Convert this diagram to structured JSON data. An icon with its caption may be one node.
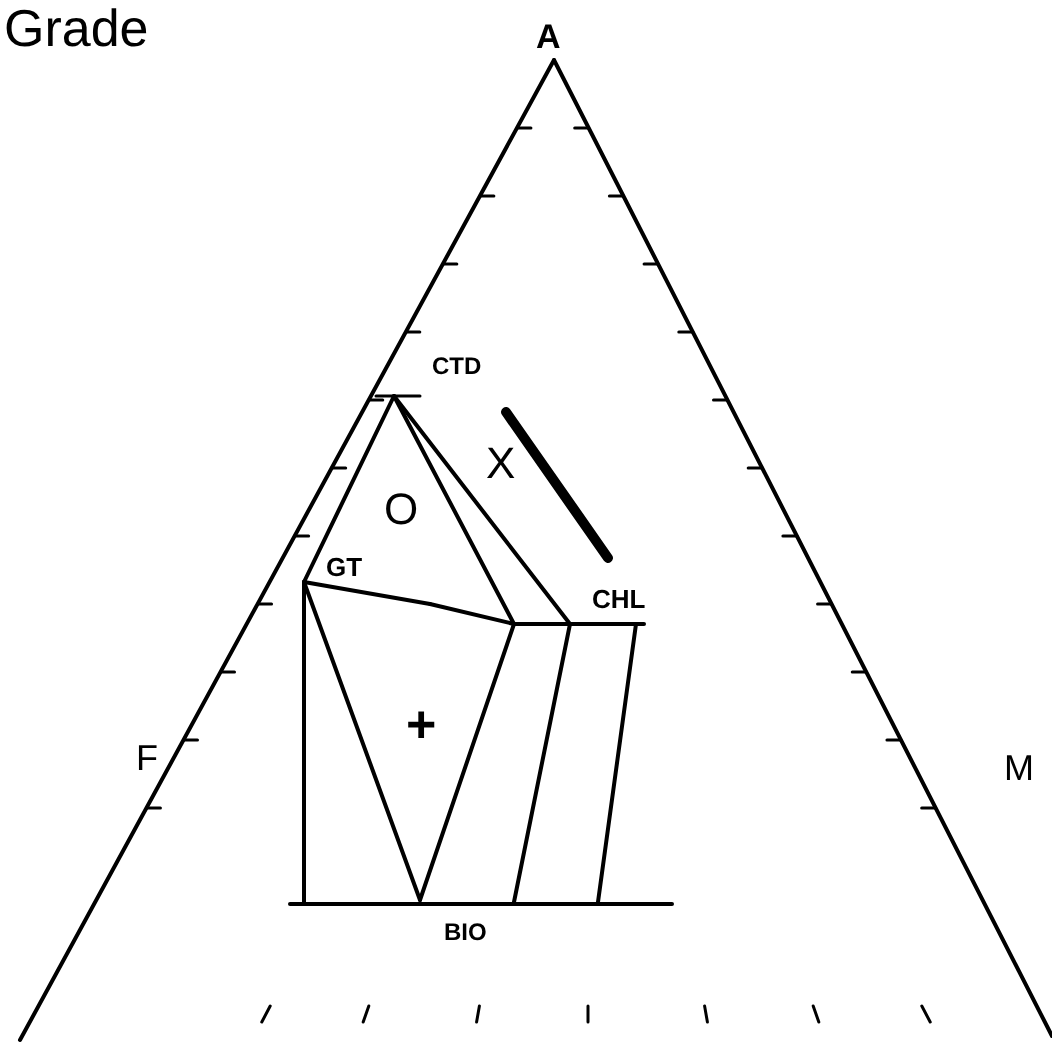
{
  "diagram": {
    "title": "Grade",
    "labels": [
      "A",
      "CTD",
      "X",
      "O",
      "GT",
      "CHL",
      "F",
      "+",
      "M",
      "BIO"
    ]
  }
}
